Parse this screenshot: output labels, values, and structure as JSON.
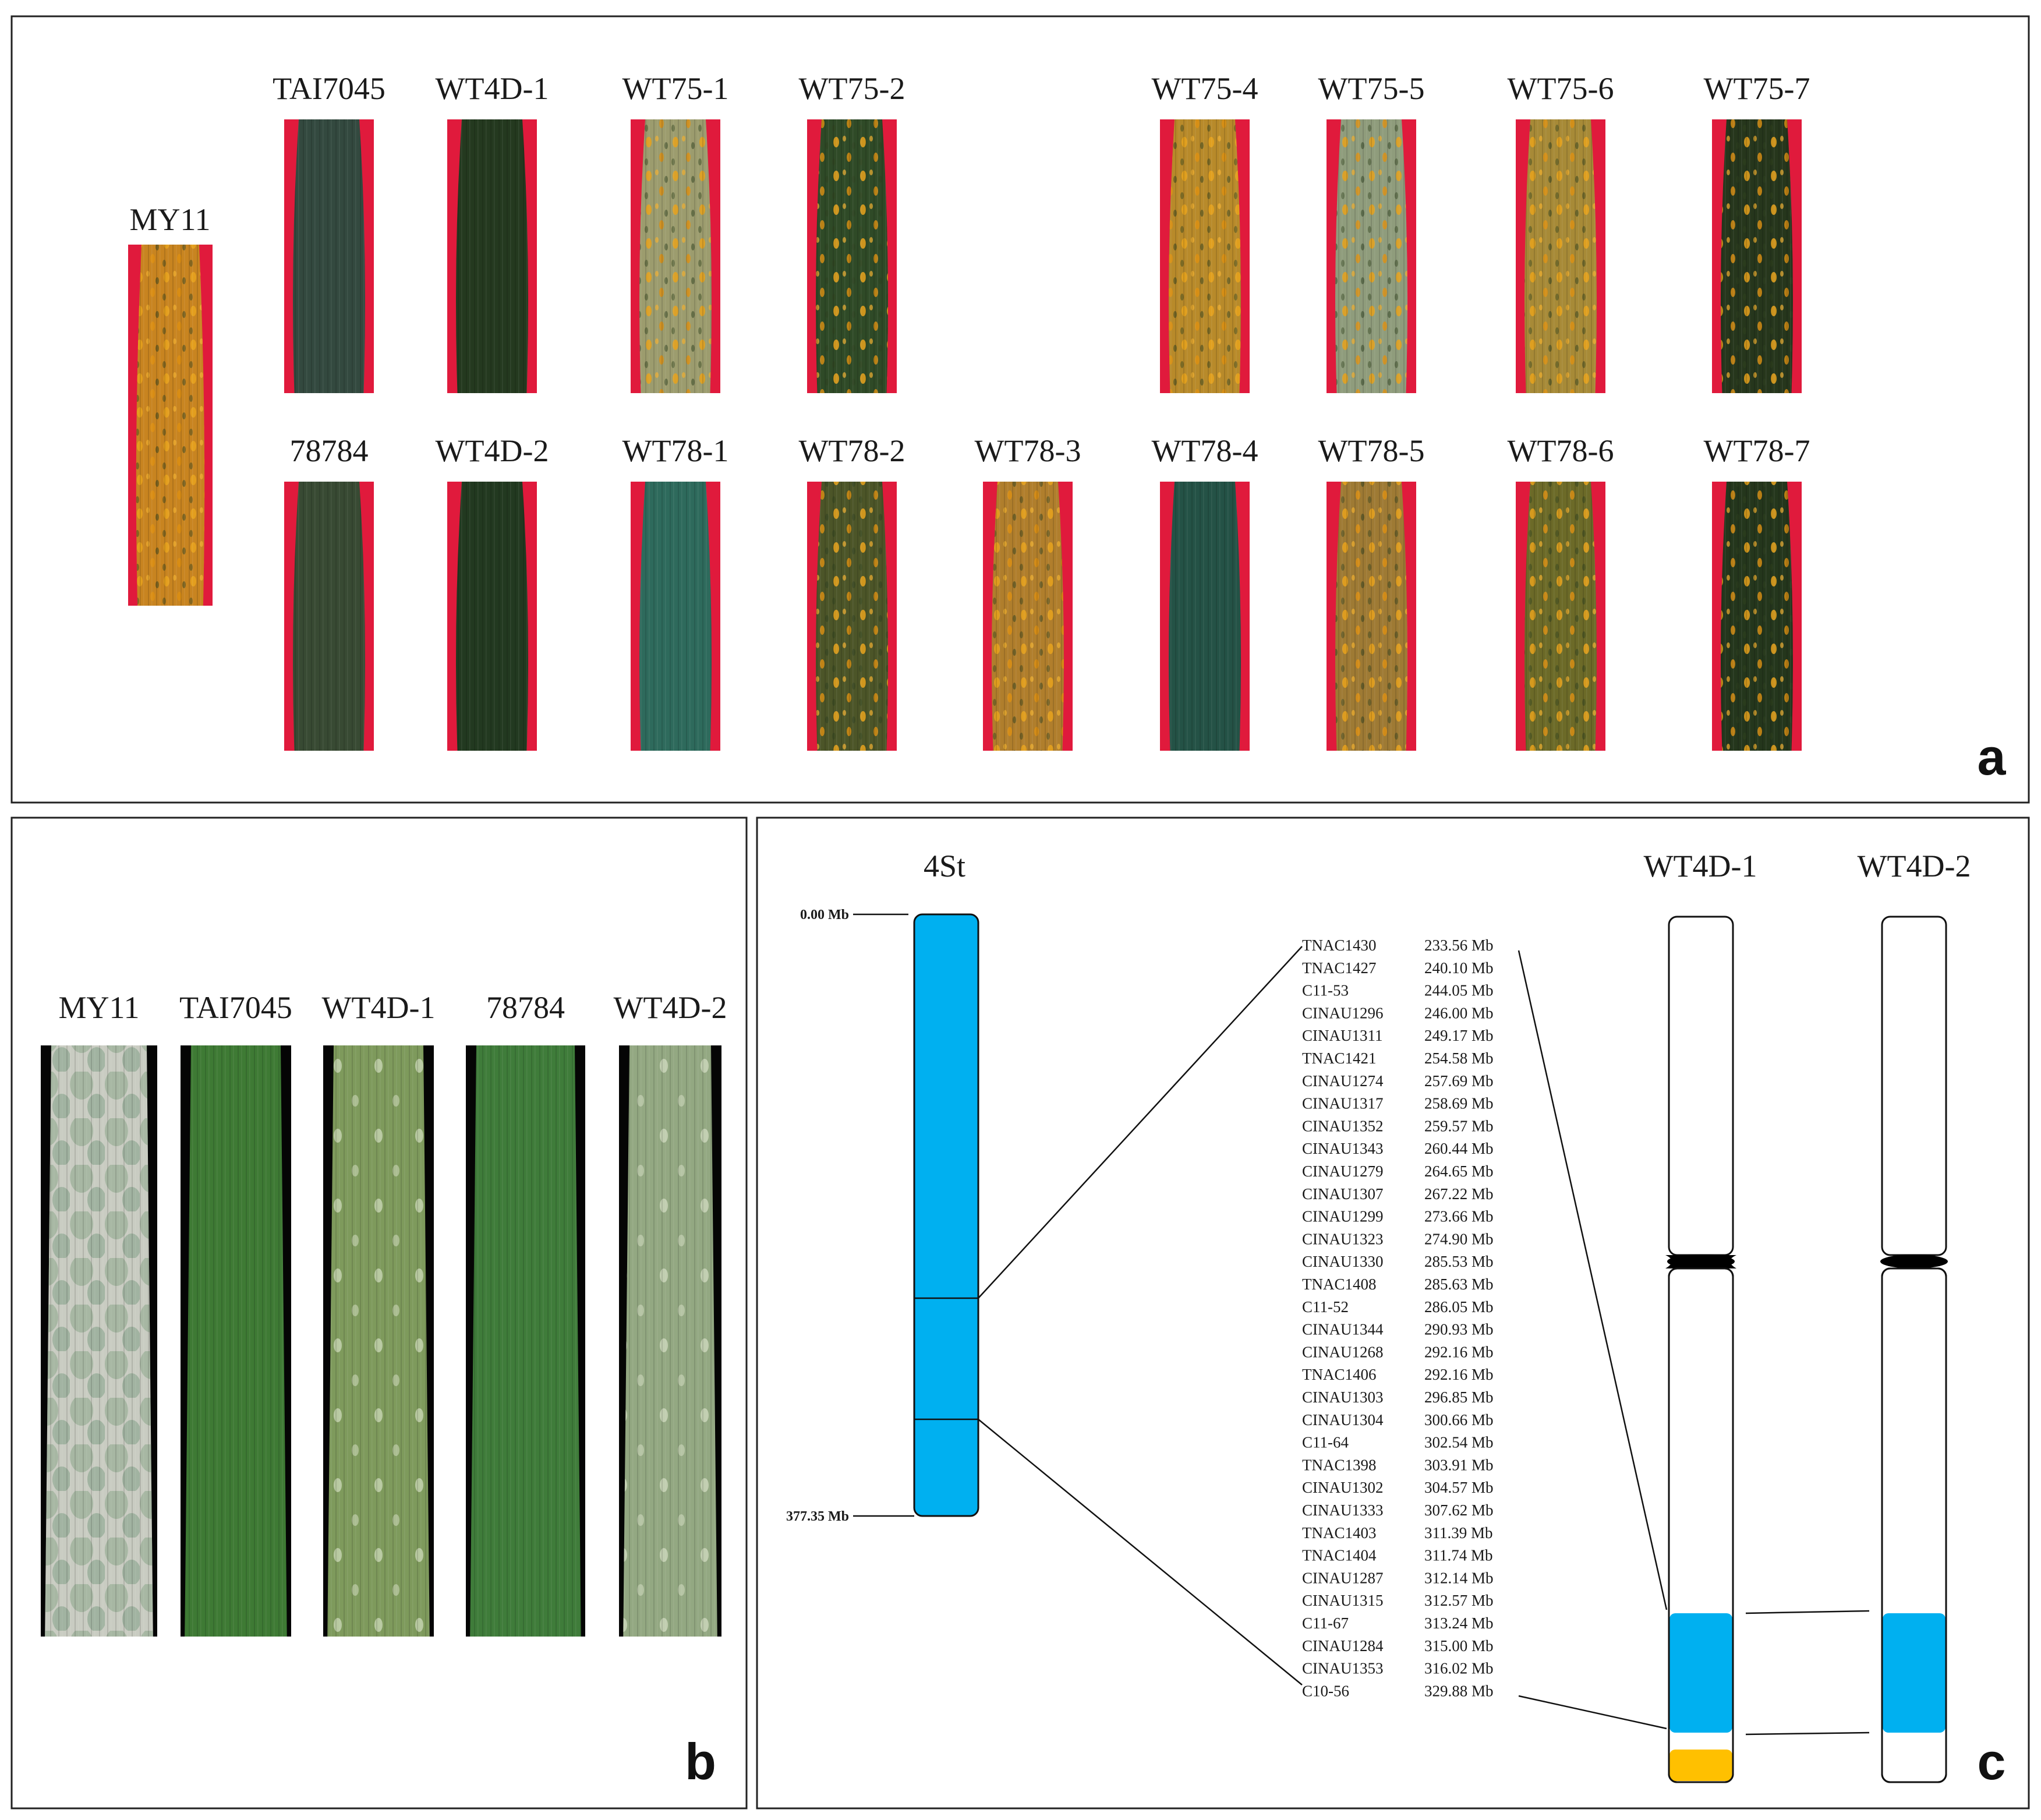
{
  "panels": {
    "a": {
      "label": "a",
      "reference_line": "MY11",
      "row1": [
        "TAI7045",
        "WT4D-1",
        "WT75-1",
        "WT75-2",
        "WT75-4",
        "WT75-5",
        "WT75-6",
        "WT75-7"
      ],
      "row2": [
        "78784",
        "WT4D-2",
        "WT78-1",
        "WT78-2",
        "WT78-3",
        "WT78-4",
        "WT78-5",
        "WT78-6",
        "WT78-7"
      ]
    },
    "b": {
      "label": "b",
      "lines": [
        "MY11",
        "TAI7045",
        "WT4D-1",
        "78784",
        "WT4D-2"
      ]
    },
    "c": {
      "label": "c",
      "chromosome": "4St",
      "top_position": "0.00 Mb",
      "bottom_position": "377.35 Mb",
      "lines": [
        "WT4D-1",
        "WT4D-2"
      ],
      "markers": [
        {
          "name": "TNAC1430",
          "pos": "233.56 Mb"
        },
        {
          "name": "TNAC1427",
          "pos": "240.10 Mb"
        },
        {
          "name": "C11-53",
          "pos": "244.05 Mb"
        },
        {
          "name": "CINAU1296",
          "pos": "246.00 Mb"
        },
        {
          "name": "CINAU1311",
          "pos": "249.17 Mb"
        },
        {
          "name": "TNAC1421",
          "pos": "254.58 Mb"
        },
        {
          "name": "CINAU1274",
          "pos": "257.69 Mb"
        },
        {
          "name": "CINAU1317",
          "pos": "258.69 Mb"
        },
        {
          "name": "CINAU1352",
          "pos": "259.57 Mb"
        },
        {
          "name": "CINAU1343",
          "pos": "260.44 Mb"
        },
        {
          "name": "CINAU1279",
          "pos": "264.65 Mb"
        },
        {
          "name": "CINAU1307",
          "pos": "267.22 Mb"
        },
        {
          "name": "CINAU1299",
          "pos": "273.66 Mb"
        },
        {
          "name": "CINAU1323",
          "pos": "274.90 Mb"
        },
        {
          "name": "CINAU1330",
          "pos": "285.53 Mb"
        },
        {
          "name": "TNAC1408",
          "pos": "285.63 Mb"
        },
        {
          "name": "C11-52",
          "pos": "286.05 Mb"
        },
        {
          "name": "CINAU1344",
          "pos": "290.93 Mb"
        },
        {
          "name": "CINAU1268",
          "pos": "292.16 Mb"
        },
        {
          "name": "TNAC1406",
          "pos": "292.16 Mb"
        },
        {
          "name": "CINAU1303",
          "pos": "296.85 Mb"
        },
        {
          "name": "CINAU1304",
          "pos": "300.66 Mb"
        },
        {
          "name": "C11-64",
          "pos": "302.54 Mb"
        },
        {
          "name": "TNAC1398",
          "pos": "303.91 Mb"
        },
        {
          "name": "CINAU1302",
          "pos": "304.57 Mb"
        },
        {
          "name": "CINAU1333",
          "pos": "307.62 Mb"
        },
        {
          "name": "TNAC1403",
          "pos": "311.39 Mb"
        },
        {
          "name": "TNAC1404",
          "pos": "311.74 Mb"
        },
        {
          "name": "CINAU1287",
          "pos": "312.14 Mb"
        },
        {
          "name": "CINAU1315",
          "pos": "312.57 Mb"
        },
        {
          "name": "C11-67",
          "pos": "313.24 Mb"
        },
        {
          "name": "CINAU1284",
          "pos": "315.00 Mb"
        },
        {
          "name": "CINAU1353",
          "pos": "316.02 Mb"
        },
        {
          "name": "C10-56",
          "pos": "329.88 Mb"
        }
      ]
    }
  },
  "colors": {
    "alien_segment": "#00B0F0",
    "yellow_segment": "#FFC000",
    "rust_background": "#E01A3C",
    "mildew_background": "#050505"
  }
}
